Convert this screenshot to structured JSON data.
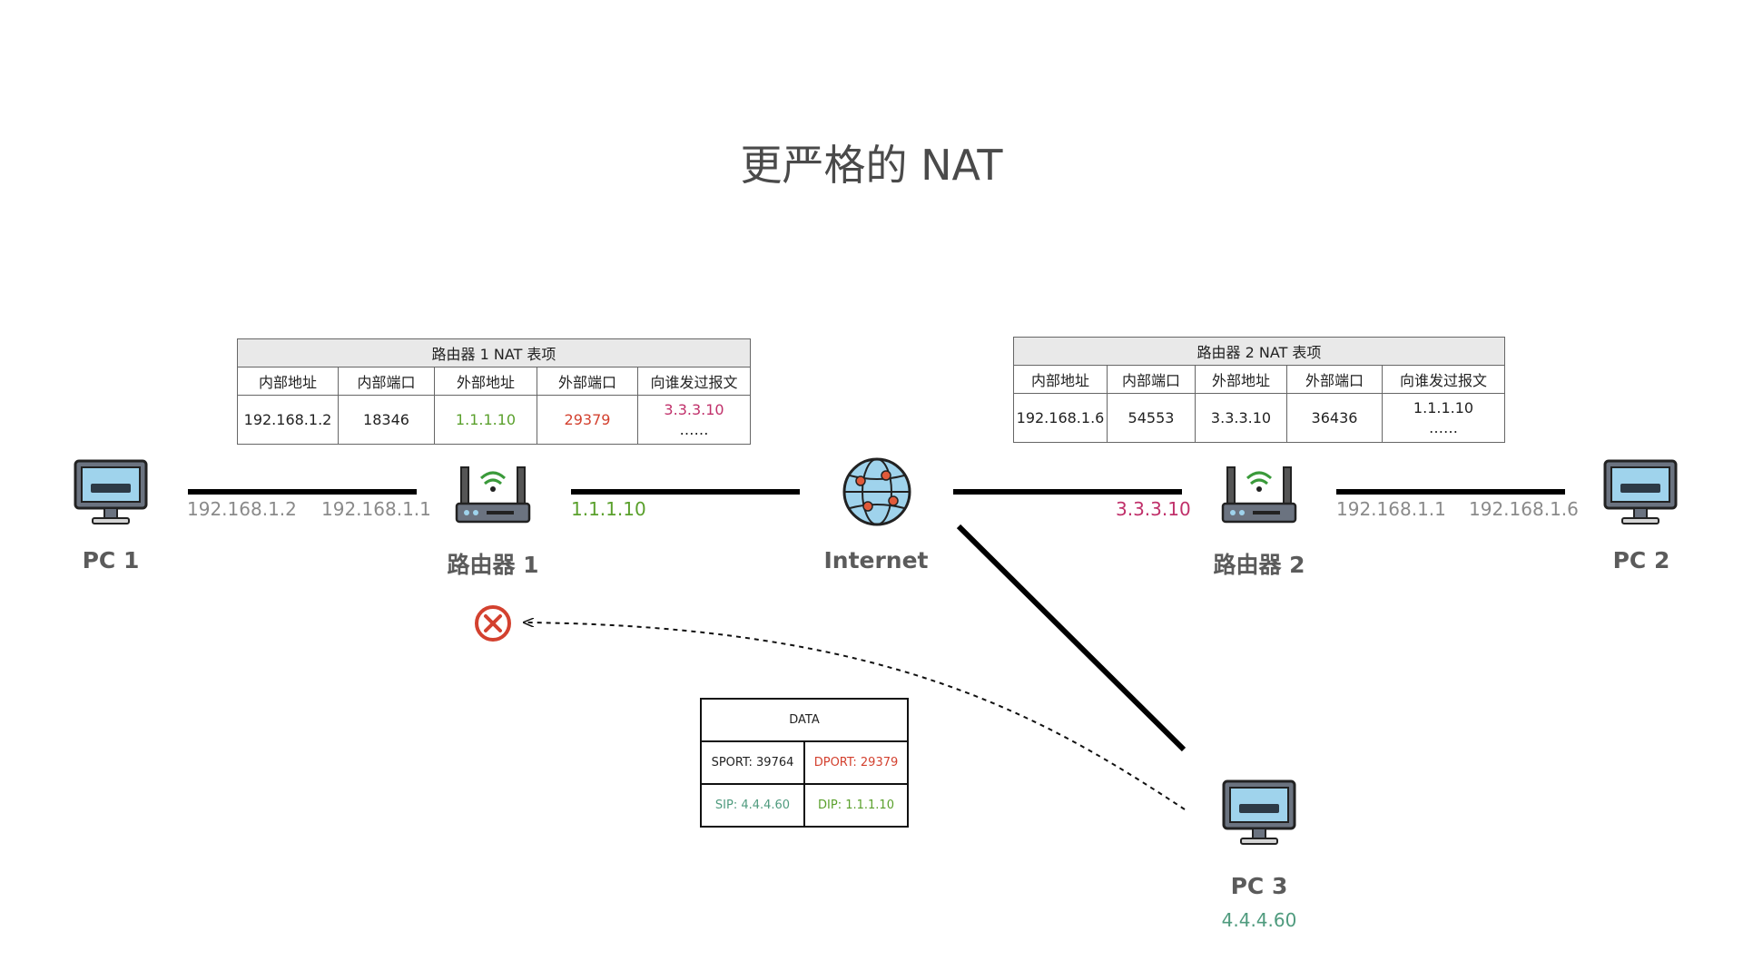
{
  "title": "更严格的 NAT",
  "nodes": {
    "pc1": {
      "label": "PC 1"
    },
    "router1": {
      "label": "路由器 1"
    },
    "internet": {
      "label": "Internet"
    },
    "router2": {
      "label": "路由器 2"
    },
    "pc2": {
      "label": "PC 2"
    },
    "pc3": {
      "label": "PC 3",
      "ip": "4.4.4.60"
    }
  },
  "links": {
    "pc1_ip": "192.168.1.2",
    "router1_lan_ip": "192.168.1.1",
    "router1_wan_ip": "1.1.1.10",
    "router2_wan_ip": "3.3.3.10",
    "router2_lan_ip": "192.168.1.1",
    "pc2_ip": "192.168.1.6"
  },
  "nat_table_1": {
    "caption": "路由器 1 NAT 表项",
    "headers": [
      "内部地址",
      "内部端口",
      "外部地址",
      "外部端口",
      "向谁发过报文"
    ],
    "row": {
      "inner_addr": "192.168.1.2",
      "inner_port": "18346",
      "outer_addr": "1.1.1.10",
      "outer_port": "29379",
      "sent_to": "3.3.3.10",
      "more": "……"
    }
  },
  "nat_table_2": {
    "caption": "路由器 2 NAT 表项",
    "headers": [
      "内部地址",
      "内部端口",
      "外部地址",
      "外部端口",
      "向谁发过报文"
    ],
    "row": {
      "inner_addr": "192.168.1.6",
      "inner_port": "54553",
      "outer_addr": "3.3.3.10",
      "outer_port": "36436",
      "sent_to": "1.1.1.10",
      "more": "……"
    }
  },
  "packet": {
    "data": "DATA",
    "sport": "SPORT: 39764",
    "dport": "DPORT: 29379",
    "sip": "SIP: 4.4.4.60",
    "dip": "DIP: 1.1.1.10"
  },
  "colors": {
    "green": "#5aa02c",
    "red": "#d3412f",
    "magenta": "#c0306a",
    "teal": "#4f9b7e",
    "blocked": "#d3412f"
  },
  "icons": [
    "monitor-icon",
    "router-icon",
    "globe-icon",
    "blocked-x-icon"
  ]
}
